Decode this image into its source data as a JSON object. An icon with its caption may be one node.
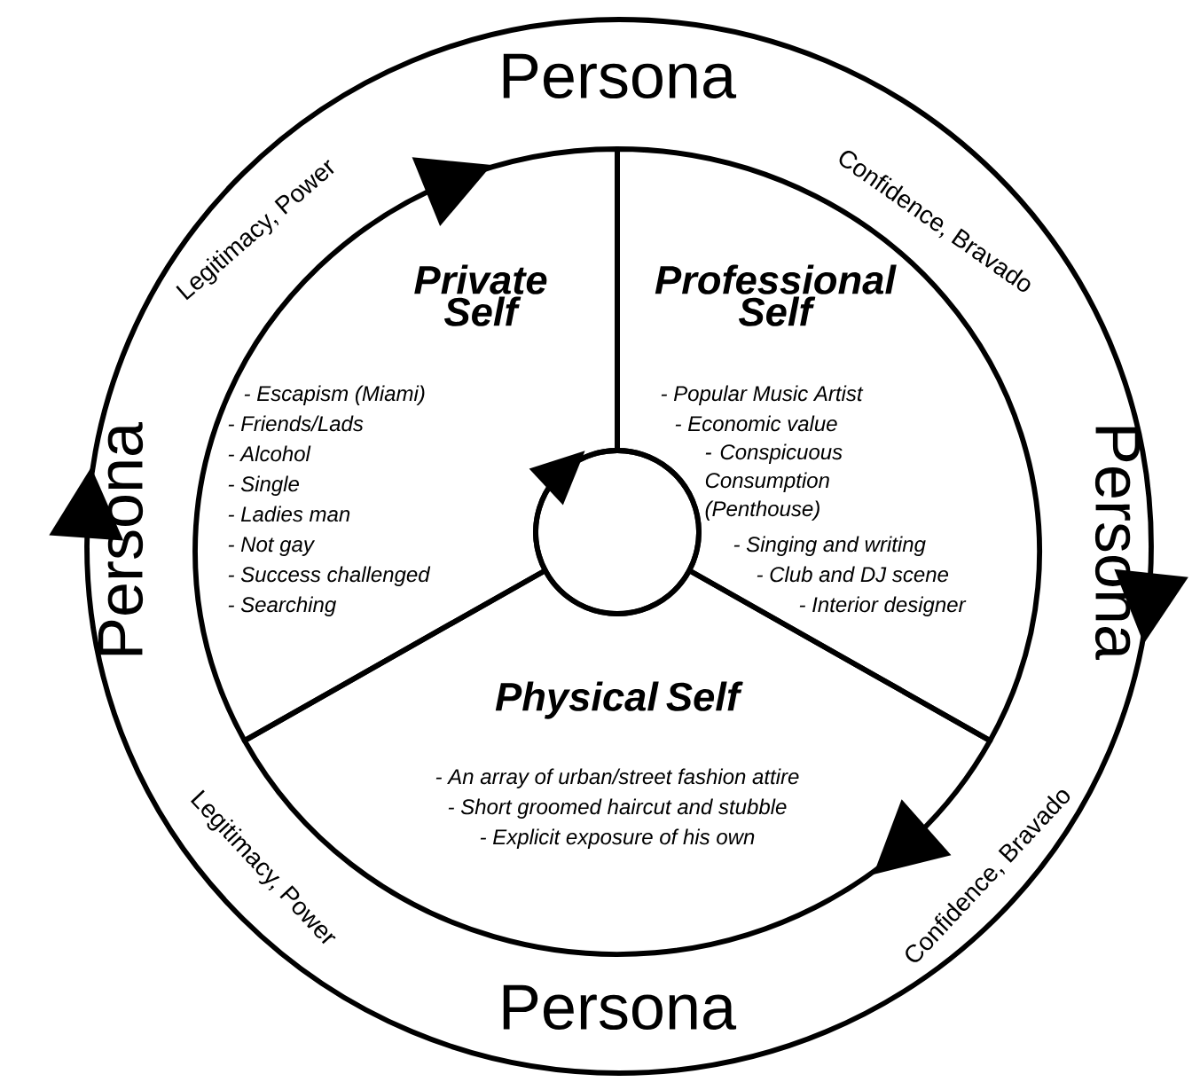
{
  "diagram": {
    "nodes": [
      {
        "text": [
          "Persona",
          "Legitimacy, Power",
          "Confidence, Bravado",
          "Persona",
          "Persona",
          "Legitimacy, Power",
          "Confidence, Bravado",
          "Persona"
        ]
      },
      {
        "text": [
          "Private Self",
          "- Escapism (Miami)",
          "- Friends/Lads",
          "- Alcohol",
          "- Single",
          "- Ladies man",
          "- Not gay",
          "- Success challenged",
          "- Searching"
        ],
        "in": 0
      },
      {
        "text": [
          "Professional Self",
          "- Popular Music Artist",
          "- Economic value",
          "- Conspicuous Consumption (Penthouse)",
          "- Singing and writing",
          "- Club and DJ scene",
          "- Interior designer"
        ],
        "in": 0
      },
      {
        "text": [],
        "shape": "circle",
        "in": 0
      },
      {
        "text": [
          "Physical Self",
          "- An array of urban/street fashion attire",
          "- Short groomed haircut and stubble",
          "- Explicit exposure of his own"
        ],
        "in": 0
      }
    ]
  }
}
